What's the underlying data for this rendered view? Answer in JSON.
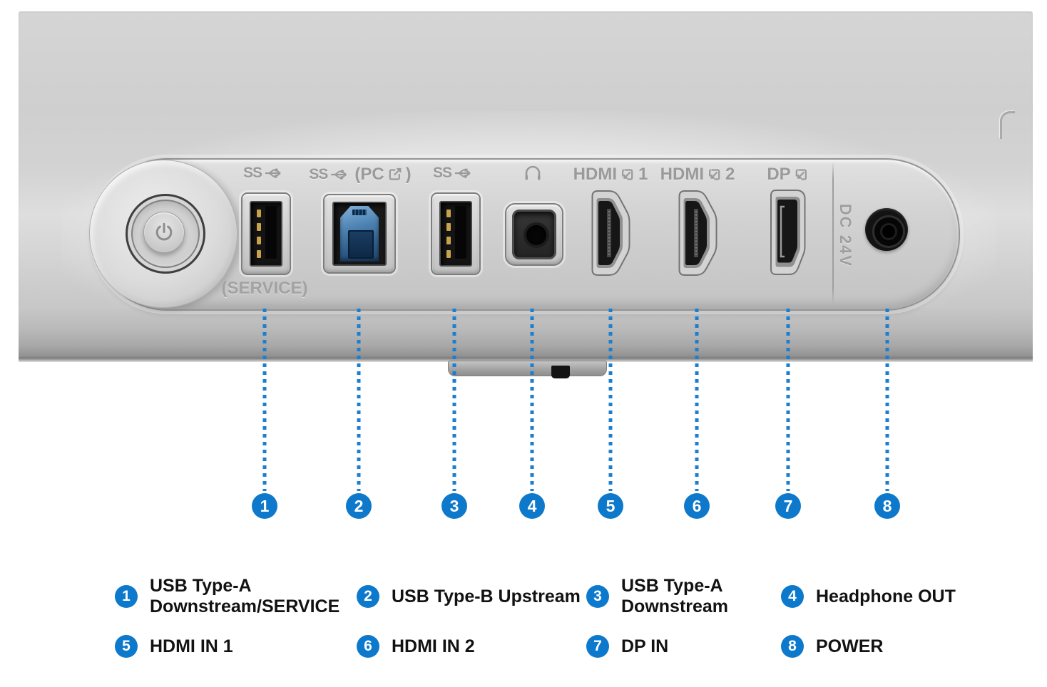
{
  "ports": {
    "usb_service": {
      "ss": "SS",
      "sub_label": "(SERVICE)"
    },
    "usb_b": {
      "ss": "SS",
      "pc_open": "(PC",
      "pc_close": ")"
    },
    "usb_a2": {
      "ss": "SS"
    },
    "hdmi1": {
      "name": "HDMI",
      "num": "1"
    },
    "hdmi2": {
      "name": "HDMI",
      "num": "2"
    },
    "dp": {
      "name": "DP"
    },
    "dc": {
      "label": "DC 24V"
    }
  },
  "icons": {
    "usb_trident": "usb-superspeed-trident-icon",
    "pc_out": "arrow-out-of-box-icon",
    "signal_in": "arrow-into-box-icon",
    "headphone": "headphone-icon",
    "power": "power-symbol-icon"
  },
  "callouts": {
    "numbers": [
      "1",
      "2",
      "3",
      "4",
      "5",
      "6",
      "7",
      "8"
    ]
  },
  "legend": {
    "rows": [
      [
        {
          "num": "1",
          "lines": [
            "USB Type-A",
            "Downstream/SERVICE"
          ]
        },
        {
          "num": "2",
          "lines": [
            "USB Type-B Upstream"
          ]
        },
        {
          "num": "3",
          "lines": [
            "USB Type-A",
            "Downstream"
          ]
        },
        {
          "num": "4",
          "lines": [
            "Headphone OUT"
          ]
        }
      ],
      [
        {
          "num": "5",
          "lines": [
            "HDMI IN 1"
          ]
        },
        {
          "num": "6",
          "lines": [
            "HDMI IN 2"
          ]
        },
        {
          "num": "7",
          "lines": [
            "DP IN"
          ]
        },
        {
          "num": "8",
          "lines": [
            "POWER"
          ]
        }
      ]
    ]
  },
  "colors": {
    "accent_blue": "#0e79cb",
    "dotted_line_blue": "#1b7fd0",
    "usb_b_blue": "#3d79ae",
    "panel_gray": "#cfcfcf",
    "port_label_gray": "#9a9a9a",
    "legend_text": "#121212"
  }
}
